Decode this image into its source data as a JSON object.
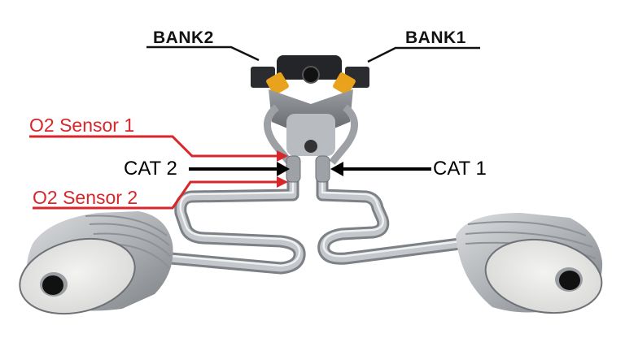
{
  "diagram": {
    "subject": "V-engine dual exhaust system with catalytic converters and O2 sensors",
    "labels": {
      "bank2": "BANK2",
      "bank1": "BANK1",
      "o2_sensor_1": "O2 Sensor 1",
      "o2_sensor_2": "O2 Sensor 2",
      "cat2": "CAT 2",
      "cat1": "CAT 1"
    },
    "components": [
      "engine",
      "exhaust-manifold",
      "cat-2",
      "cat-1",
      "left-exhaust-pipe",
      "right-exhaust-pipe",
      "left-muffler",
      "right-muffler"
    ],
    "colors": {
      "sensor_label": "#d8262a",
      "cat_label": "#000000",
      "bank_label": "#111111",
      "engine_accent": "#e8a21c",
      "metal": "#b9bcc0"
    }
  }
}
